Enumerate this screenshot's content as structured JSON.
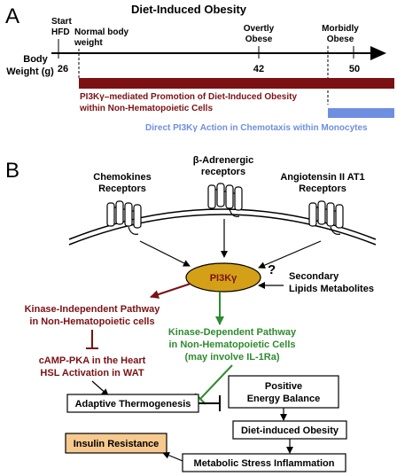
{
  "panel_a": {
    "letter": "A",
    "title": "Diet-Induced Obesity",
    "axis_label_line1": "Body",
    "axis_label_line2": "Weight (g)",
    "markers": [
      {
        "value": "26",
        "label_line1": "Start",
        "label_line2": "HFD"
      },
      {
        "value": "",
        "label_line1": "Normal body",
        "label_line2": "weight"
      },
      {
        "value": "42",
        "label_line1": "Overtly",
        "label_line2": "Obese"
      },
      {
        "value": "50",
        "label_line1": "Morbidly",
        "label_line2": "Obese"
      }
    ],
    "bars": [
      {
        "label_line1": "PI3Kγ–mediated Promotion of Diet-Induced Obesity",
        "label_line2": "within Non-Hematopoietic Cells",
        "color": "#7b1113"
      },
      {
        "label_line1": "Direct PI3Kγ Action in Chemotaxis within Monocytes",
        "color": "#6e8fe0"
      }
    ]
  },
  "panel_b": {
    "letter": "B",
    "receptors": [
      {
        "line1": "Chemokines",
        "line2": "Receptors"
      },
      {
        "line1": "β-Adrenergic",
        "line2": "receptors"
      },
      {
        "line1": "Angiotensin II AT1",
        "line2": "Receptors"
      }
    ],
    "hub": "PI3Kγ",
    "hub_color": "#d4a017",
    "question": "?",
    "secondary_line1": "Secondary",
    "secondary_line2": "Lipids Metabolites",
    "kinase_independent_line1": "Kinase-Independent Pathway",
    "kinase_independent_line2": "in Non-Hematopoietic cells",
    "kinase_dependent_line1": "Kinase-Dependent Pathway",
    "kinase_dependent_line2": "in Non-Hematopoietic Cells",
    "kinase_dependent_line3": "(may involve IL-1Ra)",
    "camp_line1": "cAMP-PKA in the Heart",
    "camp_line2": "HSL Activation in WAT",
    "adaptive": "Adaptive Thermogenesis",
    "positive_line1": "Positive",
    "positive_line2": "Energy Balance",
    "diet_obesity": "Diet-induced Obesity",
    "insulin": "Insulin Resistance",
    "metabolic": "Metabolic Stress Inflammation",
    "colors": {
      "dark_red": "#7b1113",
      "green": "#2e8b2e",
      "insulin_fill": "#f6c98e"
    }
  }
}
